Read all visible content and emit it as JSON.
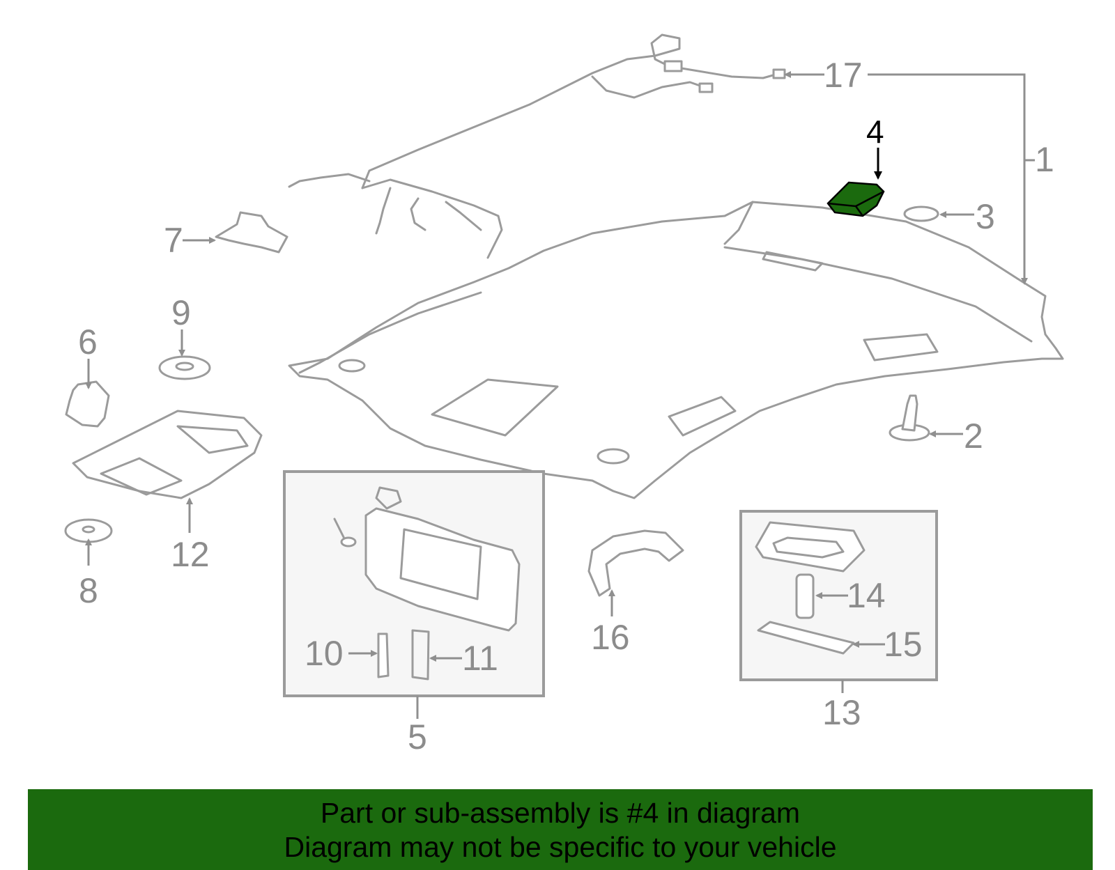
{
  "diagram": {
    "highlight_color": "#1b6a0e",
    "line_color": "#9b9b9b",
    "callouts": {
      "c1": "1",
      "c2": "2",
      "c3": "3",
      "c4": "4",
      "c5": "5",
      "c6": "6",
      "c7": "7",
      "c8": "8",
      "c9": "9",
      "c10": "10",
      "c11": "11",
      "c12": "12",
      "c13": "13",
      "c14": "14",
      "c15": "15",
      "c16": "16",
      "c17": "17"
    }
  },
  "banner": {
    "line1": "Part or sub-assembly is #4 in diagram",
    "line2": "Diagram may not be specific to your vehicle",
    "background": "#1b6a0e"
  }
}
